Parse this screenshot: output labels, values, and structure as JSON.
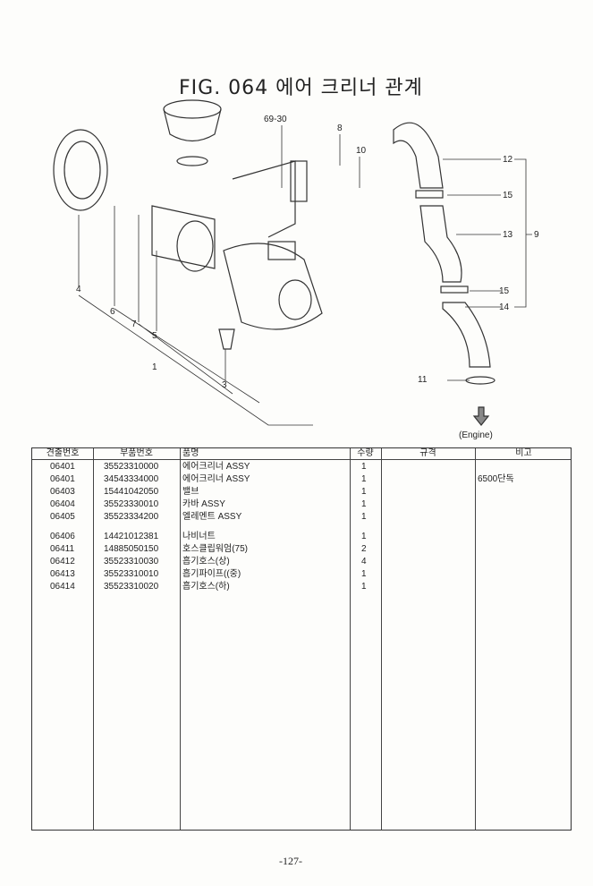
{
  "title": "FIG. 064 에어 크리너 관계",
  "callouts": [
    "69-30",
    "8",
    "10",
    "12",
    "15",
    "13",
    "9",
    "15",
    "14",
    "11",
    "(Engine)",
    "4",
    "6",
    "7",
    "5",
    "1",
    "3"
  ],
  "table": {
    "headers": [
      "견출번호",
      "부품번호",
      "품명",
      "수량",
      "규격",
      "비고"
    ],
    "rows": [
      {
        "ref": "06401",
        "part": "35523310000",
        "name": "에어크리너  ASSY",
        "qty": "1",
        "spec": "",
        "note": ""
      },
      {
        "ref": "06401",
        "part": "34543334000",
        "name": "에어크리너  ASSY",
        "qty": "1",
        "spec": "",
        "note": "6500단독"
      },
      {
        "ref": "06403",
        "part": "15441042050",
        "name": "밸브",
        "qty": "1",
        "spec": "",
        "note": ""
      },
      {
        "ref": "06404",
        "part": "35523330010",
        "name": "카바  ASSY",
        "qty": "1",
        "spec": "",
        "note": ""
      },
      {
        "ref": "06405",
        "part": "35523334200",
        "name": "엘레멘트 ASSY",
        "qty": "1",
        "spec": "",
        "note": ""
      },
      {
        "ref": "06406",
        "part": "14421012381",
        "name": "나비너트",
        "qty": "1",
        "spec": "",
        "note": ""
      },
      {
        "ref": "06411",
        "part": "14885050150",
        "name": "호스클립워엄(75)",
        "qty": "2",
        "spec": "",
        "note": ""
      },
      {
        "ref": "06412",
        "part": "35523310030",
        "name": "흡기호스(상)",
        "qty": "4",
        "spec": "",
        "note": ""
      },
      {
        "ref": "06413",
        "part": "35523310010",
        "name": "흡기파이프((중)",
        "qty": "1",
        "spec": "",
        "note": ""
      },
      {
        "ref": "06414",
        "part": "35523310020",
        "name": "흡기호스(하)",
        "qty": "1",
        "spec": "",
        "note": ""
      }
    ]
  },
  "page_number": "-127-"
}
